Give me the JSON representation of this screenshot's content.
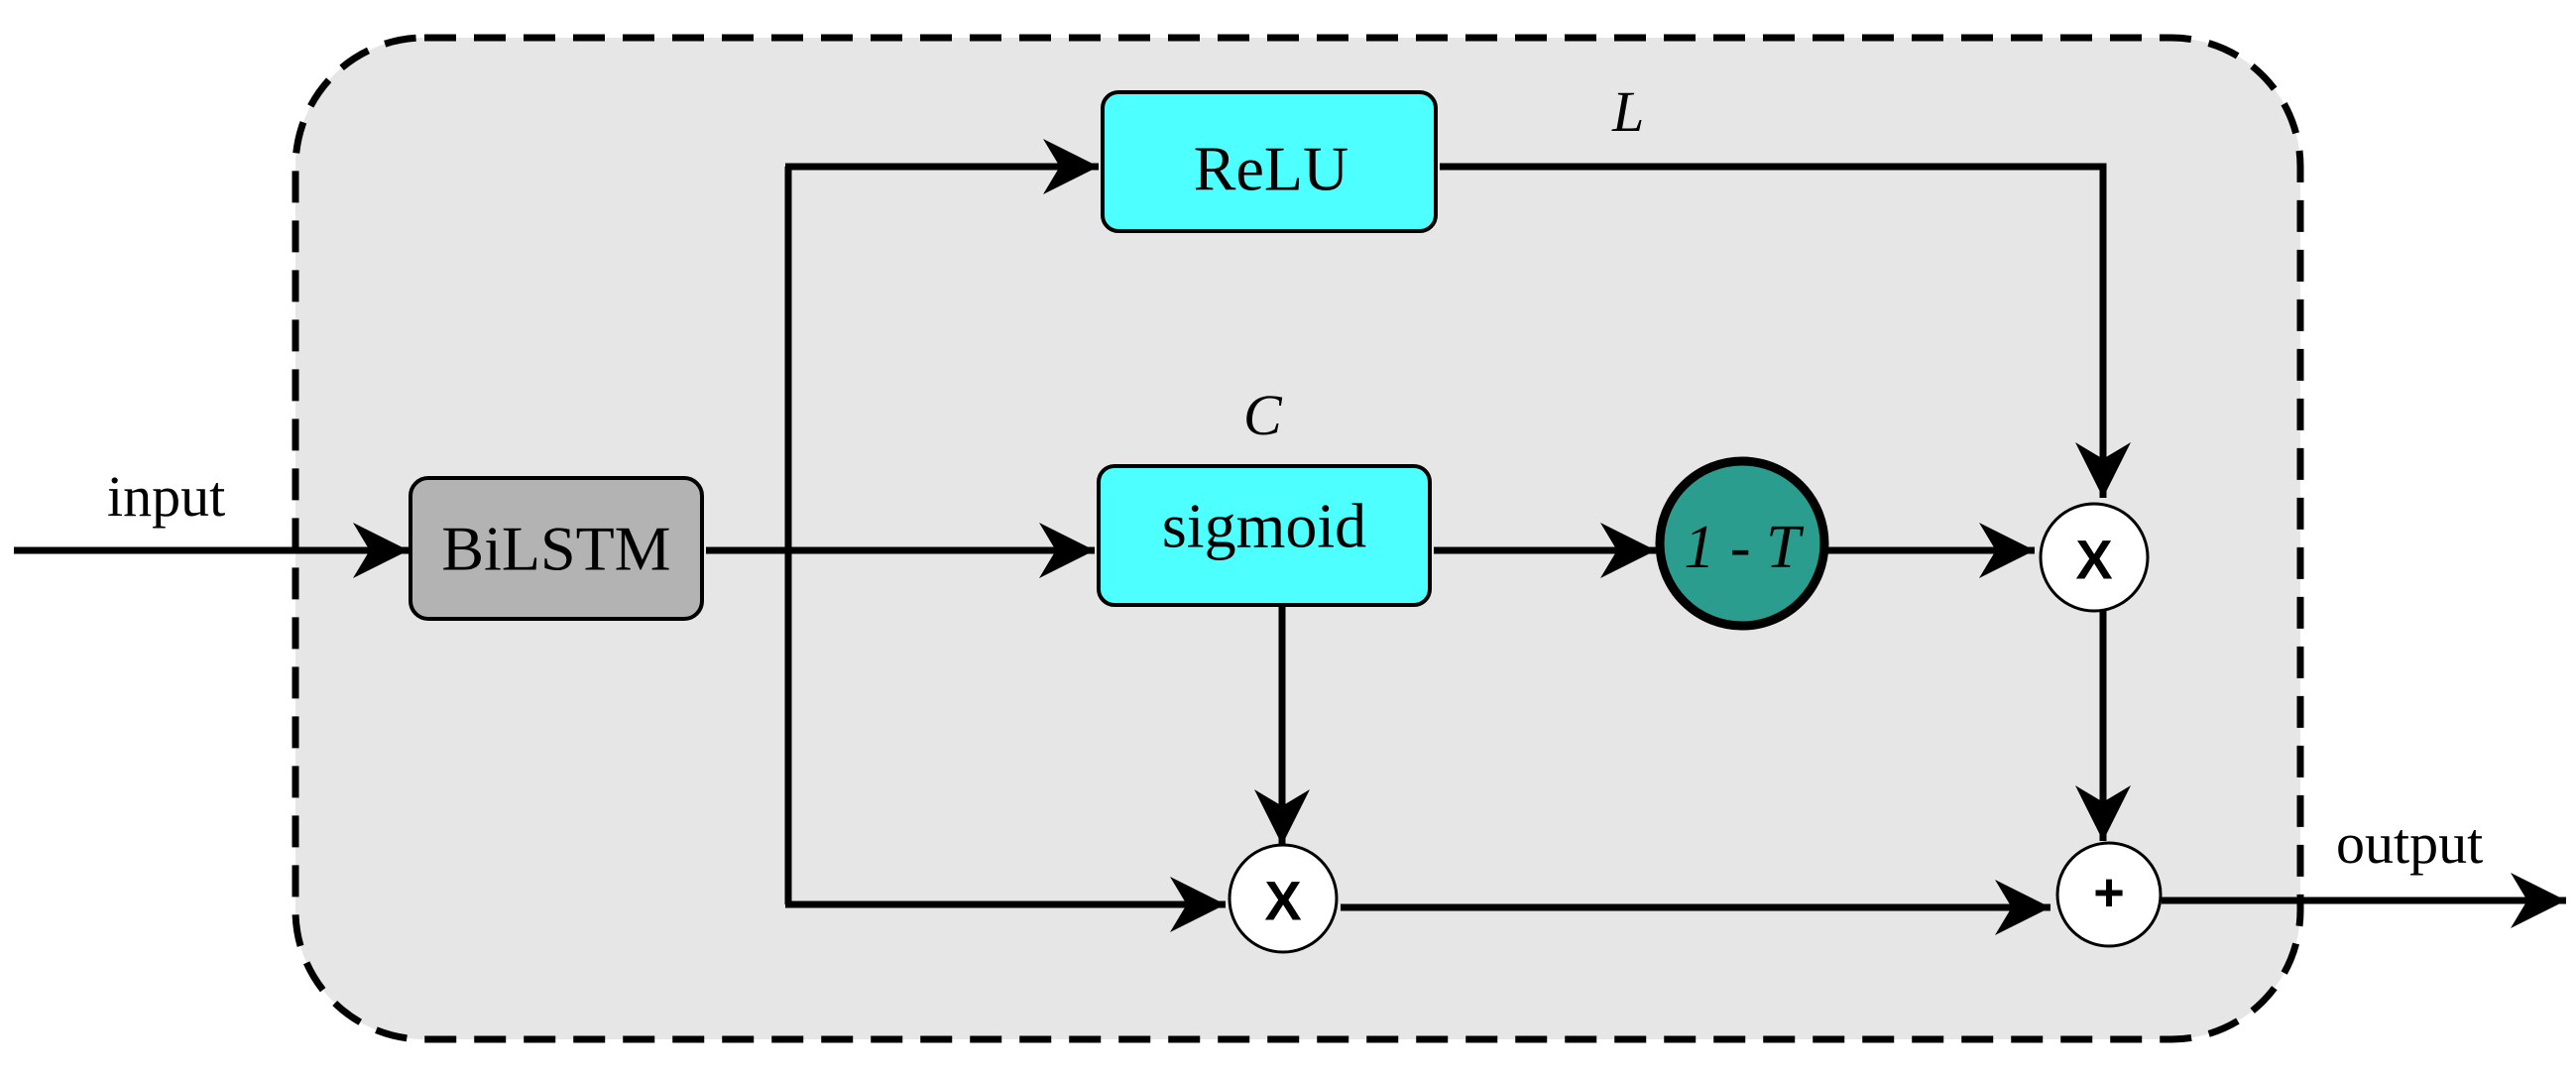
{
  "labels": {
    "input": "input",
    "output": "output",
    "L": "L",
    "C": "C"
  },
  "nodes": {
    "bilstm": {
      "label": "BiLSTM",
      "color": "#b3b3b3"
    },
    "relu": {
      "label": "ReLU",
      "color": "#4dffff"
    },
    "sigmoid": {
      "label": "sigmoid",
      "color": "#4dffff"
    },
    "one_minus_t": {
      "label": "1 - T",
      "color": "#2a9d8f"
    },
    "multiply_top": {
      "label": "X"
    },
    "multiply_bottom": {
      "label": "X"
    },
    "add": {
      "label": "+"
    }
  },
  "colors": {
    "container_fill": "#e6e6e6",
    "stroke": "#000000"
  }
}
